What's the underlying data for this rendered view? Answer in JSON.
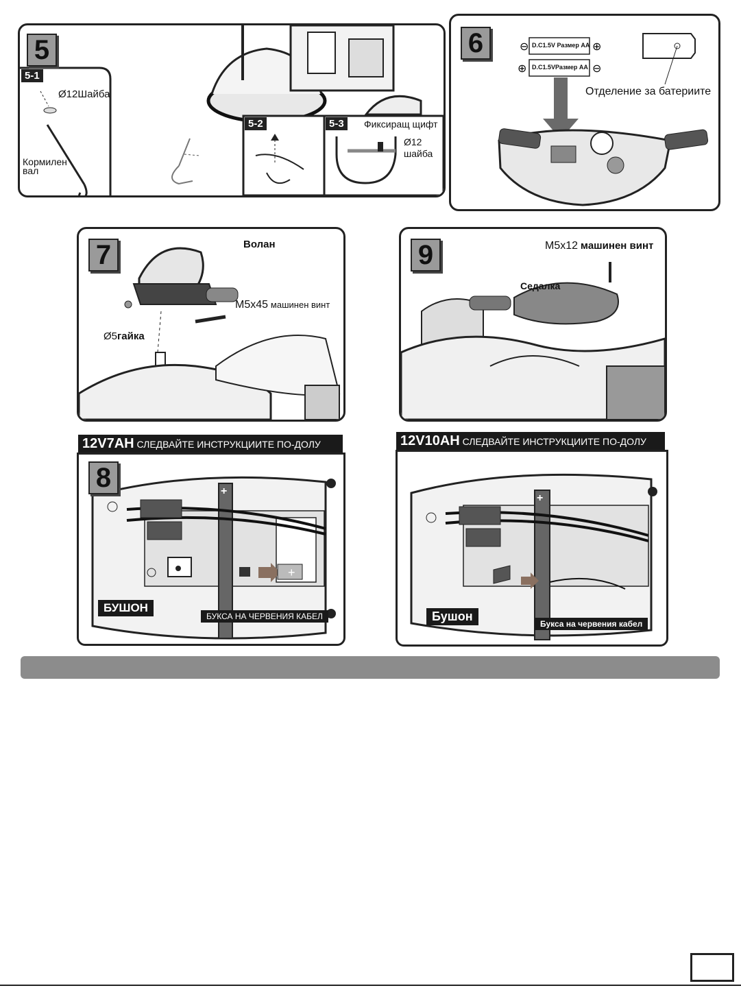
{
  "step5": {
    "number": "5",
    "sub1": "5-1",
    "sub2": "5-2",
    "sub3": "5-3",
    "washer_size": "Ø12",
    "washer_label": "Шайба",
    "shaft_line1": "Кормилен",
    "shaft_line2": "вал",
    "fixing_pin": "Фиксиращ щифт",
    "washer2_size": "Ø12",
    "washer2_label": "шайба"
  },
  "step6": {
    "number": "6",
    "battery1": "D.C1.5V Размер AA",
    "battery2": "D.C1.5VРазмер AA",
    "compartment": "Отделение за батериите"
  },
  "step7": {
    "number": "7",
    "wheel": "Волан",
    "screw_size": "M5x45",
    "screw_label": "машинен винт",
    "nut_size": "Ø5",
    "nut_label": "гайка"
  },
  "step9": {
    "number": "9",
    "screw_size": "M5x12",
    "screw_label": "машинен винт",
    "seat": "Седалка"
  },
  "step8a": {
    "header_big": "12V7AH",
    "header_small": "СЛЕДВАЙТЕ ИНСТРУКЦИИТЕ ПО-ДОЛУ",
    "number": "8",
    "fuse": "БУШОН",
    "socket": "БУКСА НА ЧЕРВЕНИЯ КАБЕЛ"
  },
  "step8b": {
    "header_big": "12V10AH",
    "header_small": "СЛЕДВАЙТЕ ИНСТРУКЦИИТЕ ПО-ДОЛУ",
    "fuse": "Бушон",
    "socket": "Букса на червения кабел"
  }
}
